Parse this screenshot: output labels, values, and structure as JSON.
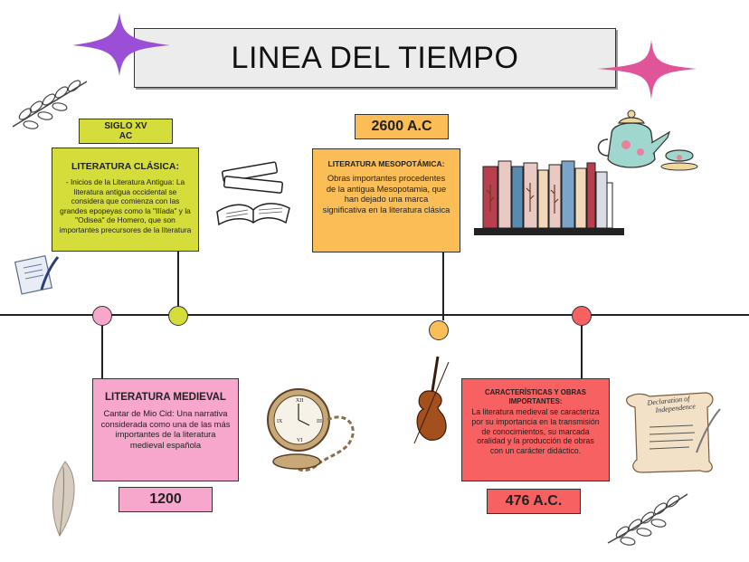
{
  "title": "LINEA DEL TIEMPO",
  "cards": {
    "clasica": {
      "date": "SIGLO XV AC",
      "heading": "LITERATURA CLÁSICA:",
      "body": "- Inicios de la Literatura Antigua: La literatura antigua occidental se considera que comienza con las grandes epopeyas como la \"Ilíada\" y la \"Odisea\" de Homero, que son importantes precursores de la literatura"
    },
    "mesopotamica": {
      "date": "2600 A.C",
      "heading": "LITERATURA MESOPOTÁMICA:",
      "body": "Obras importantes procedentes de la antigua Mesopotamia, que han dejado una marca significativa en la literatura clásica"
    },
    "medieval": {
      "date": "1200",
      "heading": "LITERATURA MEDIEVAL",
      "body": "Cantar de Mio Cid: Una narrativa considerada como una de las más importantes de la literatura medieval española"
    },
    "caracteristicas": {
      "date": "476 A.C.",
      "heading": "CARACTERÍSTICAS Y OBRAS IMPORTANTES:",
      "body": "La literatura medieval se caracteriza por su importancia en la transmisión de conocimientos, su marcada oralidad y la producción de obras con un carácter didáctico."
    }
  },
  "scroll_text": {
    "line1": "Declaration of",
    "line2": "Independence"
  },
  "colors": {
    "green": "#d4dd3a",
    "orange": "#fbbe57",
    "pink": "#f7a6cc",
    "red": "#f86161",
    "purple_star": "#9b4fd6",
    "pink_star": "#e0559a"
  },
  "icons": [
    "sparkle-star-icon",
    "laurel-branch-icon",
    "books-icon",
    "quill-paper-icon",
    "teapot-icon",
    "bookshelf-icon",
    "pocket-watch-icon",
    "violin-icon",
    "feather-icon",
    "scroll-icon"
  ]
}
